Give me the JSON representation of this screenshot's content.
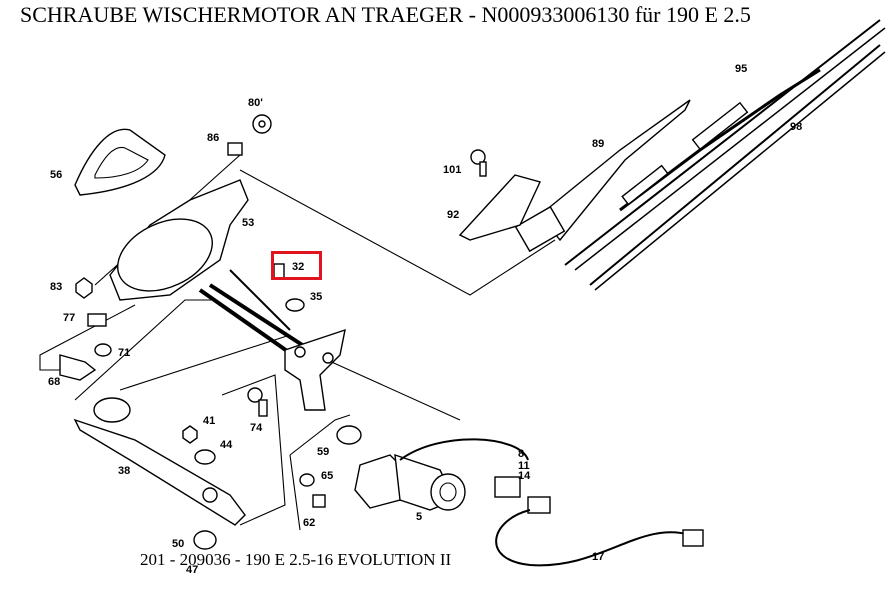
{
  "title": "SCHRAUBE WISCHERMOTOR AN TRAEGER - N000933006130 für 190 E 2.5",
  "footer": "201 - 209036 - 190 E 2.5-16 EVOLUTION II",
  "highlight_color": "#e0141e",
  "highlighted_part": "32",
  "labels": {
    "p80": "80'",
    "p86": "86",
    "p56": "56",
    "p53": "53",
    "p83": "83",
    "p77": "77",
    "p71": "71",
    "p68": "68",
    "p32": "32",
    "p35": "35",
    "p101": "101",
    "p92": "92",
    "p89": "89",
    "p95": "95",
    "p98": "98",
    "p41": "41",
    "p44": "44",
    "p74": "74",
    "p38": "38",
    "p59": "59",
    "p65": "65",
    "p62": "62",
    "p8": "8",
    "p11": "11",
    "p14": "14",
    "p5": "5",
    "p50": "50",
    "p47": "47",
    "p17": "17"
  }
}
